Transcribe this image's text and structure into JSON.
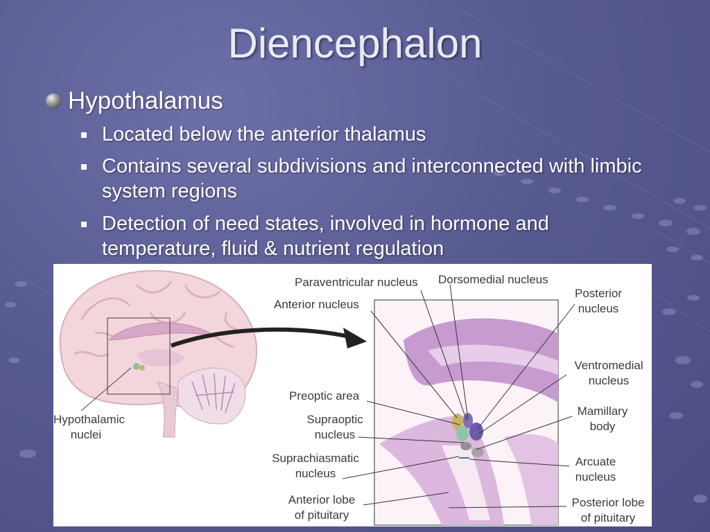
{
  "slide": {
    "title": "Diencephalon",
    "bullet": "Hypothalamus",
    "subbullets": [
      "Located below the anterior thalamus",
      "Contains several subdivisions and interconnected with limbic system regions",
      "Detection of need states, involved in hormone and temperature, fluid & nutrient regulation"
    ]
  },
  "figure": {
    "labels": {
      "hypothalamic_nuclei": [
        "Hypothalamic",
        "nuclei"
      ],
      "paraventricular": "Paraventricular nucleus",
      "dorsomedial": "Dorsomedial nucleus",
      "anterior": "Anterior nucleus",
      "posterior": [
        "Posterior",
        "nucleus"
      ],
      "ventromedial": [
        "Ventromedial",
        "nucleus"
      ],
      "preoptic": "Preoptic area",
      "supraoptic": [
        "Supraoptic",
        "nucleus"
      ],
      "mamillary": [
        "Mamillary",
        "body"
      ],
      "suprachiasmatic": [
        "Suprachiasmatic",
        "nucleus"
      ],
      "arcuate": [
        "Arcuate",
        "nucleus"
      ],
      "anterior_lobe": [
        "Anterior lobe",
        "of pituitary"
      ],
      "posterior_lobe": [
        "Posterior lobe",
        "of pituitary"
      ]
    }
  }
}
